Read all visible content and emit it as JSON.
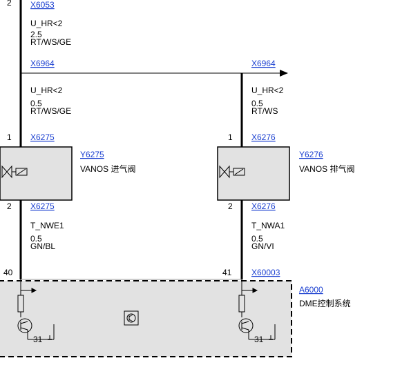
{
  "connectors": {
    "top": "X6053",
    "split_left": "X6964",
    "split_right": "X6964",
    "y6275_in": "X6275",
    "y6276_in": "X6276",
    "y6275_out": "X6275",
    "y6276_out": "X6276",
    "dme_right": "X60003"
  },
  "wires": {
    "top": {
      "signal": "U_HR<2",
      "size": "2.5",
      "color": "RT/WS/GE"
    },
    "mid_left": {
      "signal": "U_HR<2",
      "size": "0.5",
      "color": "RT/WS/GE"
    },
    "mid_right": {
      "signal": "U_HR<2",
      "size": "0.5",
      "color": "RT/WS"
    },
    "low_left": {
      "signal": "T_NWE1",
      "size": "0.5",
      "color": "GN/BL"
    },
    "low_right": {
      "signal": "T_NWA1",
      "size": "0.5",
      "color": "GN/VI"
    }
  },
  "pins": {
    "top": "2",
    "y6275_in": "1",
    "y6276_in": "1",
    "y6275_out": "2",
    "y6276_out": "2",
    "dme_left": "40",
    "dme_right": "41"
  },
  "components": {
    "y6275": {
      "id": "Y6275",
      "name": "VANOS 进气阀"
    },
    "y6276": {
      "id": "Y6276",
      "name": "VANOS 排气阀"
    },
    "dme": {
      "id": "A6000",
      "name": "DME控制系统"
    }
  },
  "ground": {
    "left": "31",
    "right": "31"
  },
  "icons": [
    "valve-icon",
    "transistor-icon",
    "resistor-icon",
    "ground-icon",
    "arrow-icon"
  ],
  "colors": {
    "wire": "#000000",
    "link": "#1a3fd0",
    "component_fill": "#e2e2e2"
  }
}
